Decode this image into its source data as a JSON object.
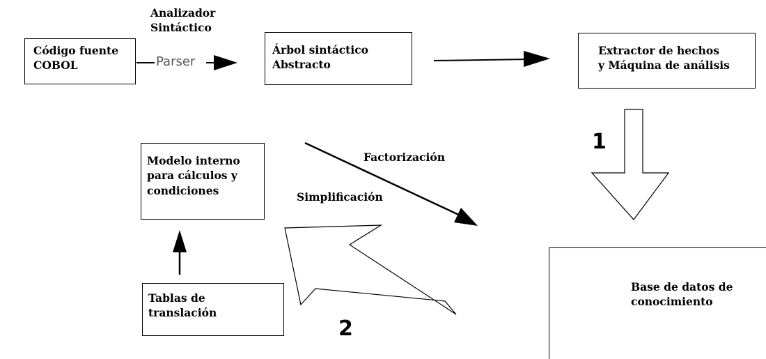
{
  "nodes": {
    "codigo": [
      "Código fuente",
      "COBOL"
    ],
    "arbol": [
      "Árbol sintáctico",
      "Abstracto"
    ],
    "extractor": [
      "Extractor de hechos",
      "y Máquina de análisis"
    ],
    "modelo": [
      "Modelo interno",
      "para cálculos y",
      "condiciones"
    ],
    "tablas": [
      "Tablas de",
      "translación"
    ],
    "base": [
      "Base de datos de",
      "conocimiento"
    ]
  },
  "labels": {
    "analizador": [
      "Analizador",
      "Sintáctico"
    ],
    "parser": "Parser",
    "factorizacion": "Factorización",
    "simplificacion": "Simplificación"
  },
  "steps": {
    "one": "1",
    "two": "2"
  }
}
